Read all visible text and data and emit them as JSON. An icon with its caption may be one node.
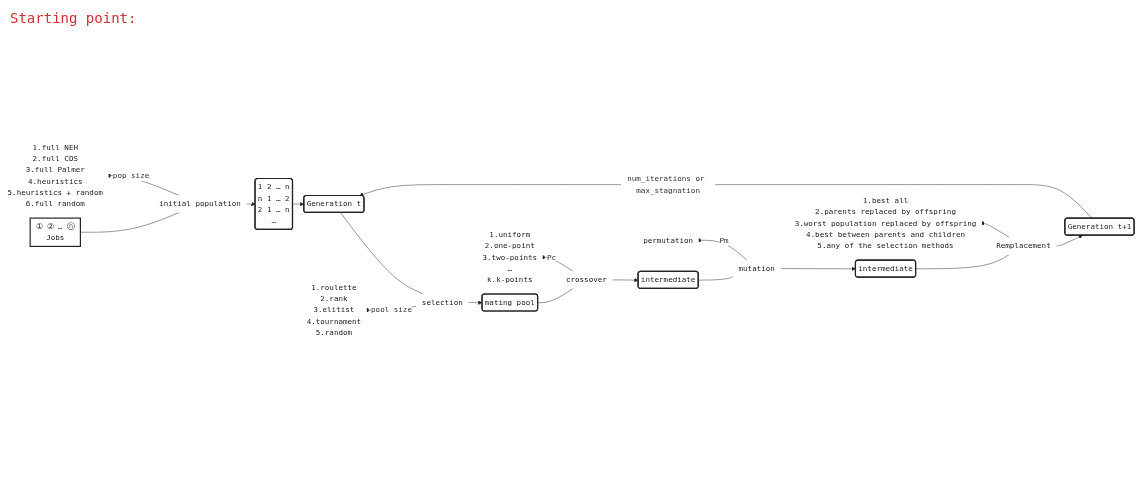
{
  "diagram": {
    "nodes": [
      {
        "text": [
          "1 2 … n",
          "n 1 … 2",
          "2 1 … n",
          "…"
        ]
      },
      {
        "text": [
          "Generation t"
        ]
      },
      {
        "text": [
          "1.roulette",
          "2.rank",
          "3.elitist",
          "4.tournament",
          "5.random"
        ]
      },
      {
        "text": [
          "1.full NEH",
          "2.full CDS",
          "3.full Palmer",
          "4.heuristics",
          "5.heuristics + random",
          "6.full random"
        ]
      },
      {
        "text": [
          "initial population"
        ]
      },
      {
        "text": [
          "① ② … ⓝ",
          "Jobs"
        ]
      },
      {
        "text": [
          "selection"
        ]
      },
      {
        "text": [
          "mating pool"
        ]
      },
      {
        "text": [
          "1.uniform",
          "2.one-point",
          "3.two-points",
          "…",
          "k.k-points"
        ]
      },
      {
        "text": [
          "crossover"
        ]
      },
      {
        "text": [
          "intermediate"
        ]
      },
      {
        "text": [
          "mutation"
        ]
      },
      {
        "text": [
          "permutation"
        ]
      },
      {
        "text": [
          "intermediate"
        ]
      },
      {
        "text": [
          "1.best all",
          "2.parents replaced by offspring",
          "3.worst population replaced by offspring",
          "4.best between parents and children",
          "5.any of the selection methods"
        ]
      },
      {
        "text": [
          "Remplacement"
        ]
      },
      {
        "text": [
          "Generation t+1"
        ]
      }
    ],
    "edges": [
      {
        "from": 0,
        "to": 1,
        "arrow": "to"
      },
      {
        "from": 5,
        "to": 4,
        "arrow": "none"
      },
      {
        "from": 4,
        "to": 0,
        "arrow": "to"
      },
      {
        "from": 3,
        "to": 4,
        "arrow": "other",
        "label": "pop size"
      },
      {
        "from": 1,
        "to": 6,
        "arrow": "none"
      },
      {
        "from": 6,
        "to": 7,
        "arrow": "to"
      },
      {
        "from": 2,
        "to": 6,
        "arrow": "other",
        "label": "pool size"
      },
      {
        "from": 7,
        "to": 9,
        "arrow": "none"
      },
      {
        "from": 9,
        "to": 10,
        "arrow": "to"
      },
      {
        "from": 8,
        "to": 9,
        "arrow": "other",
        "label": "Pc"
      },
      {
        "from": 10,
        "to": 11,
        "arrow": "none"
      },
      {
        "from": 11,
        "to": 13,
        "arrow": "to"
      },
      {
        "from": 12,
        "to": 11,
        "arrow": "other",
        "label": "Pm"
      },
      {
        "from": 13,
        "to": 15,
        "arrow": "none"
      },
      {
        "from": 15,
        "to": 16,
        "arrow": "to"
      },
      {
        "from": 14,
        "to": 15,
        "arrow": "other"
      },
      {
        "from": 16,
        "to": 1,
        "arrow": "to",
        "label": "num_iterations or max_stagnation"
      }
    ],
    "labels": [
      "Starting point:"
    ]
  }
}
